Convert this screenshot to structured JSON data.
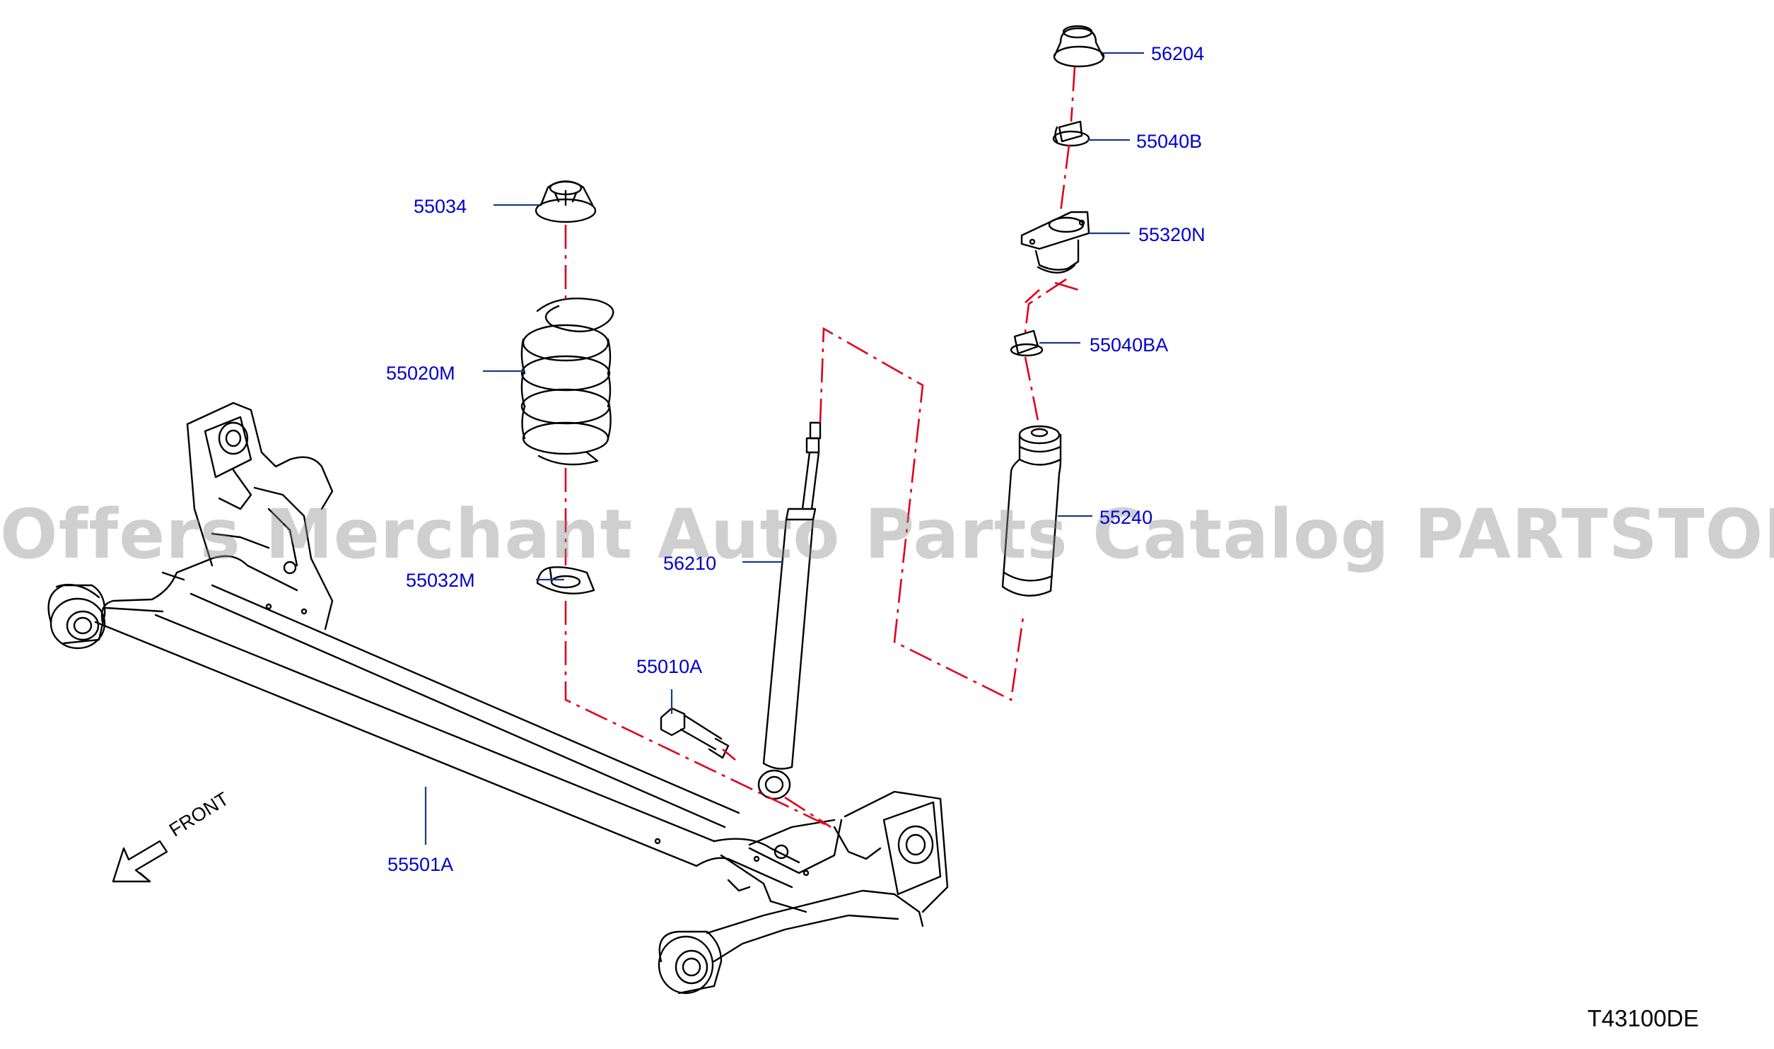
{
  "labels": {
    "p56204": "56204",
    "p55040B": "55040B",
    "p55034": "55034",
    "p55320N": "55320N",
    "p55040BA": "55040BA",
    "p55020M": "55020M",
    "p55240": "55240",
    "p56210": "56210",
    "p55032M": "55032M",
    "p55010A": "55010A",
    "p55501A": "55501A"
  },
  "front_label": "FRONT",
  "diagram_code": "T43100DE",
  "watermark": "Offers Merchant Auto Parts Catalog PARTSTORE.SA",
  "colors": {
    "label": "#0000cc",
    "leader": "#1a3a8a",
    "dash": "#e0001a",
    "line": "#000000"
  },
  "icons": {
    "front_arrow": "arrow-down-left-icon"
  }
}
